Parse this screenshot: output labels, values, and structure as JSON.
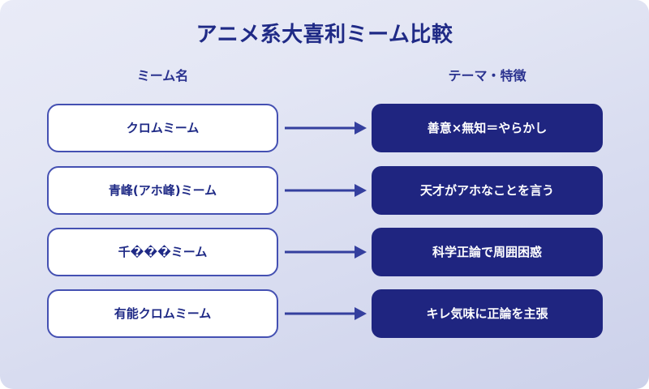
{
  "title": "アニメ系大喜利ミーム比較",
  "columns": {
    "left_header": "ミーム名",
    "right_header": "テーマ・特徴"
  },
  "colors": {
    "background_top": "#e9ebf7",
    "background_bottom": "#ccd1ea",
    "title_text": "#1f2a86",
    "header_text": "#2a328f",
    "left_box_fill": "#ffffff",
    "left_box_border": "#4450b2",
    "left_box_text": "#1f2a86",
    "right_box_fill": "#1f2580",
    "right_box_text": "#ffffff",
    "arrow": "#343f9e"
  },
  "rows": [
    {
      "meme_name": "クロムミーム",
      "theme": "善意×無知＝やらかし",
      "arrow_icon": "arrow-right-icon"
    },
    {
      "meme_name": "青峰(アホ峰)ミーム",
      "theme": "天才がアホなことを言う",
      "arrow_icon": "arrow-right-icon"
    },
    {
      "meme_name": "千���ミーム",
      "theme": "科学正論で周囲困惑",
      "arrow_icon": "arrow-right-icon"
    },
    {
      "meme_name": "有能クロムミーム",
      "theme": "キレ気味に正論を主張",
      "arrow_icon": "arrow-right-icon"
    }
  ]
}
